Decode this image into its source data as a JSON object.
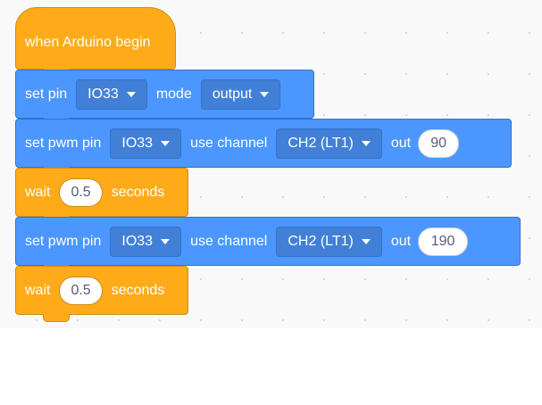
{
  "colors": {
    "motion": "#4c97ff",
    "motion_border": "#3373cc",
    "control": "#ffab19",
    "control_border": "#cf8b17",
    "workspace": "#f9f9f9"
  },
  "blocks": [
    {
      "type": "hat",
      "text": "when Arduino begin"
    },
    {
      "type": "set_pin",
      "label": "set pin",
      "pin": "IO33",
      "mode_label": "mode",
      "mode": "output"
    },
    {
      "type": "set_pwm",
      "label": "set pwm pin",
      "pin": "IO33",
      "channel_label": "use channel",
      "channel": "CH2 (LT1)",
      "out_label": "out",
      "out": "90"
    },
    {
      "type": "wait",
      "label": "wait",
      "value": "0.5",
      "unit": "seconds"
    },
    {
      "type": "set_pwm",
      "label": "set pwm pin",
      "pin": "IO33",
      "channel_label": "use channel",
      "channel": "CH2 (LT1)",
      "out_label": "out",
      "out": "190"
    },
    {
      "type": "wait",
      "label": "wait",
      "value": "0.5",
      "unit": "seconds"
    }
  ],
  "icons": {
    "dropdown": "caret-down-icon"
  }
}
